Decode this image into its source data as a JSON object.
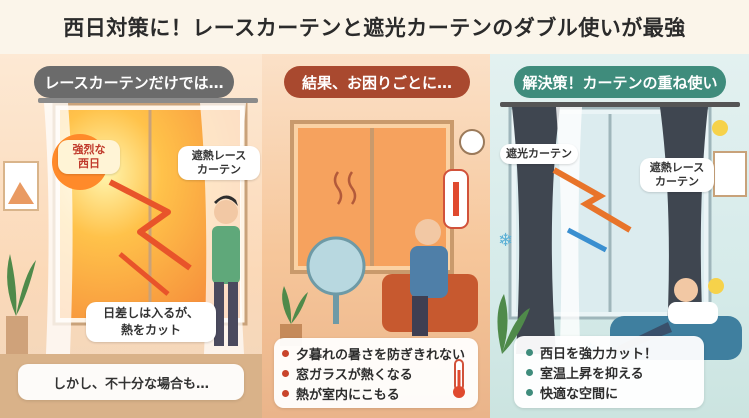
{
  "header": {
    "title": "西日対策に！レースカーテンと遮光カーテンのダブル使いが最強"
  },
  "panel_left": {
    "heading": "レースカーテンだけでは…",
    "sun_label": "強烈な\n西日",
    "curtain_label": "遮熱レース\nカーテン",
    "note": "日差しは入るが、\n熱をカット",
    "footer": "しかし、不十分な場合も…"
  },
  "panel_middle": {
    "heading": "結果、お困りごとに…",
    "bullets": [
      "夕暮れの暑さを防ぎきれない",
      "窓ガラスが熱くなる",
      "熱が室内にこもる"
    ]
  },
  "panel_right": {
    "heading": "解決策！カーテンの重ね使い",
    "blackout_label": "遮光カーテン",
    "lace_label": "遮熱レース\nカーテン",
    "bullets": [
      "西日を強力カット！",
      "室温上昇を抑える",
      "快適な空間に"
    ]
  },
  "colors": {
    "left_accent": "#6b6b6b",
    "middle_accent": "#a9492f",
    "right_accent": "#3f8c7c",
    "bullet_red": "#c9452c",
    "bullet_teal": "#3f8c7c"
  }
}
